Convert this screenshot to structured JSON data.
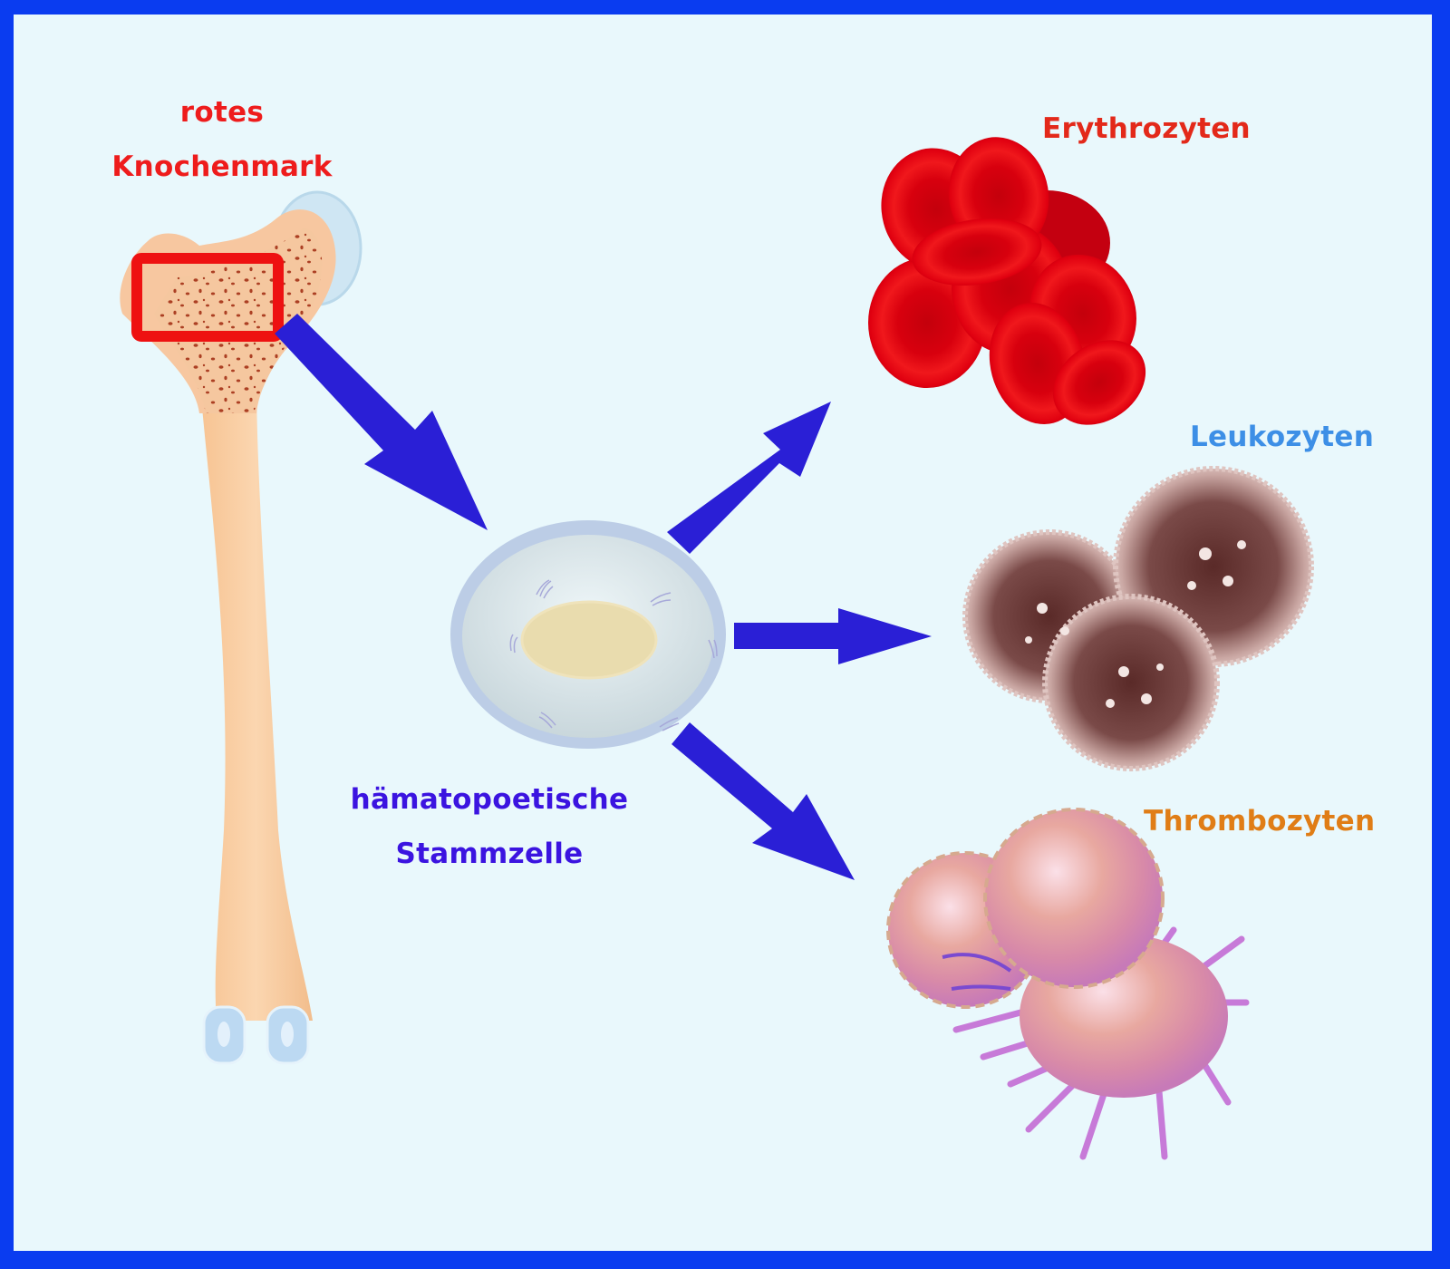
{
  "diagram": {
    "title": "Blutbildung aus hämatopoetischen Stammzellen",
    "source": {
      "label_line1": "rotes",
      "label_line2": "Knochenmark",
      "color": "#ee1c1c"
    },
    "stem_cell": {
      "label_line1": "hämatopoetische",
      "label_line2": "Stammzelle",
      "color": "#3b14e0"
    },
    "products": [
      {
        "id": "erythrocytes",
        "label": "Erythrozyten",
        "color": "#e3291a"
      },
      {
        "id": "leukocytes",
        "label": "Leukozyten",
        "color": "#3d8fe6"
      },
      {
        "id": "thrombocytes",
        "label": "Thrombozyten",
        "color": "#e07d16"
      }
    ],
    "arrow_color": "#2a1fd6",
    "frame_color": "#0a3cf0",
    "background_color": "#e9f8fc",
    "edges": [
      {
        "from": "red-bone-marrow",
        "to": "stem-cell"
      },
      {
        "from": "stem-cell",
        "to": "erythrocytes"
      },
      {
        "from": "stem-cell",
        "to": "leukocytes"
      },
      {
        "from": "stem-cell",
        "to": "thrombocytes"
      }
    ]
  }
}
